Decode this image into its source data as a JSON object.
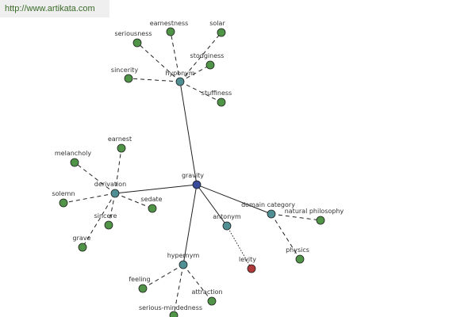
{
  "source_url": "http://www.artikata.com",
  "colors": {
    "root_node": "#3a4a9a",
    "relation_node": "#4f8f93",
    "leaf_node": "#4f9447",
    "antonym_leaf_node": "#b03a3a",
    "node_outline": "#1f1f1f",
    "edge": "#222222"
  },
  "graph": {
    "root": {
      "id": "gravity",
      "label": "gravity"
    },
    "relations": [
      {
        "id": "hyponym",
        "label": "hyponym",
        "leaves": [
          {
            "id": "seriousness",
            "label": "seriousness"
          },
          {
            "id": "earnestness",
            "label": "earnestness"
          },
          {
            "id": "solar",
            "label": "solar"
          },
          {
            "id": "stodginess",
            "label": "stodginess"
          },
          {
            "id": "stuffiness",
            "label": "stuffiness"
          },
          {
            "id": "sincerity",
            "label": "sincerity"
          }
        ]
      },
      {
        "id": "derivation",
        "label": "derivation",
        "leaves": [
          {
            "id": "melancholy",
            "label": "melancholy"
          },
          {
            "id": "earnest",
            "label": "earnest"
          },
          {
            "id": "solemn",
            "label": "solemn"
          },
          {
            "id": "sincere",
            "label": "sincere"
          },
          {
            "id": "sedate",
            "label": "sedate"
          },
          {
            "id": "grave",
            "label": "grave"
          }
        ]
      },
      {
        "id": "hypernym",
        "label": "hypernym",
        "leaves": [
          {
            "id": "feeling",
            "label": "feeling"
          },
          {
            "id": "attraction",
            "label": "attraction"
          },
          {
            "id": "serious-mindedness",
            "label": "serious-mindedness"
          }
        ]
      },
      {
        "id": "antonym",
        "label": "antonym",
        "leaves": [
          {
            "id": "levity",
            "label": "levity",
            "kind": "antonym"
          }
        ]
      },
      {
        "id": "domain-category",
        "label": "domain category",
        "leaves": [
          {
            "id": "natural-philosophy",
            "label": "natural philosophy"
          },
          {
            "id": "physics",
            "label": "physics"
          }
        ]
      }
    ]
  }
}
